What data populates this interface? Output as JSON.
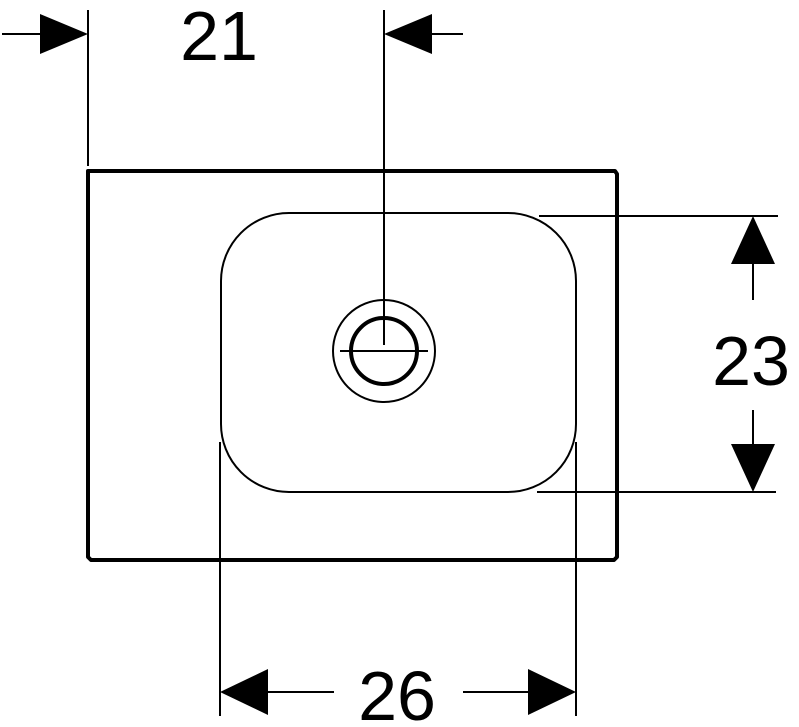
{
  "dimensions": {
    "top": "21",
    "right": "23",
    "bottom": "26"
  },
  "colors": {
    "line": "#000000",
    "background": "#ffffff"
  }
}
